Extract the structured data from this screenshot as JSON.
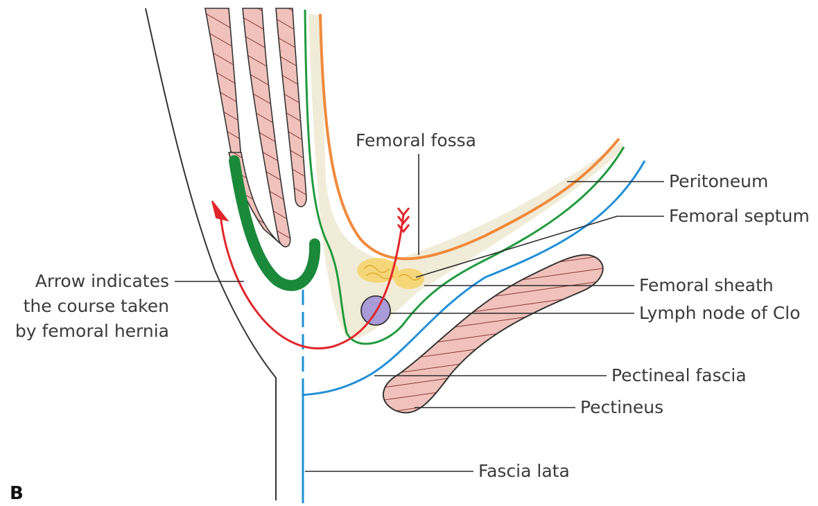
{
  "panel_letter": "B",
  "labels": {
    "femoral_fossa": "Femoral fossa",
    "peritoneum": "Peritoneum",
    "femoral_septum": "Femoral septum",
    "femoral_sheath": "Femoral sheath",
    "lymph_node": "Lymph node of Clo",
    "pectineal_fascia": "Pectineal fascia",
    "pectineus": "Pectineus",
    "fascia_lata": "Fascia lata",
    "arrow_line1": "Arrow indicates",
    "arrow_line2": "the course taken",
    "arrow_line3": "by femoral hernia"
  },
  "colors": {
    "peritoneum": "#f08a3c",
    "transversalis_fascia": "#1f9a3c",
    "pectineal_fascia": "#1f8fd6",
    "muscle_fill": "#f0c2bb",
    "muscle_hatch": "#8a3a34",
    "extraperitoneal_fat": "#f1ecd8",
    "hernia_arrow": "#e0262b",
    "lymph_node": "#a99bd8",
    "septum": "#f3c64a",
    "outline": "#333333"
  }
}
